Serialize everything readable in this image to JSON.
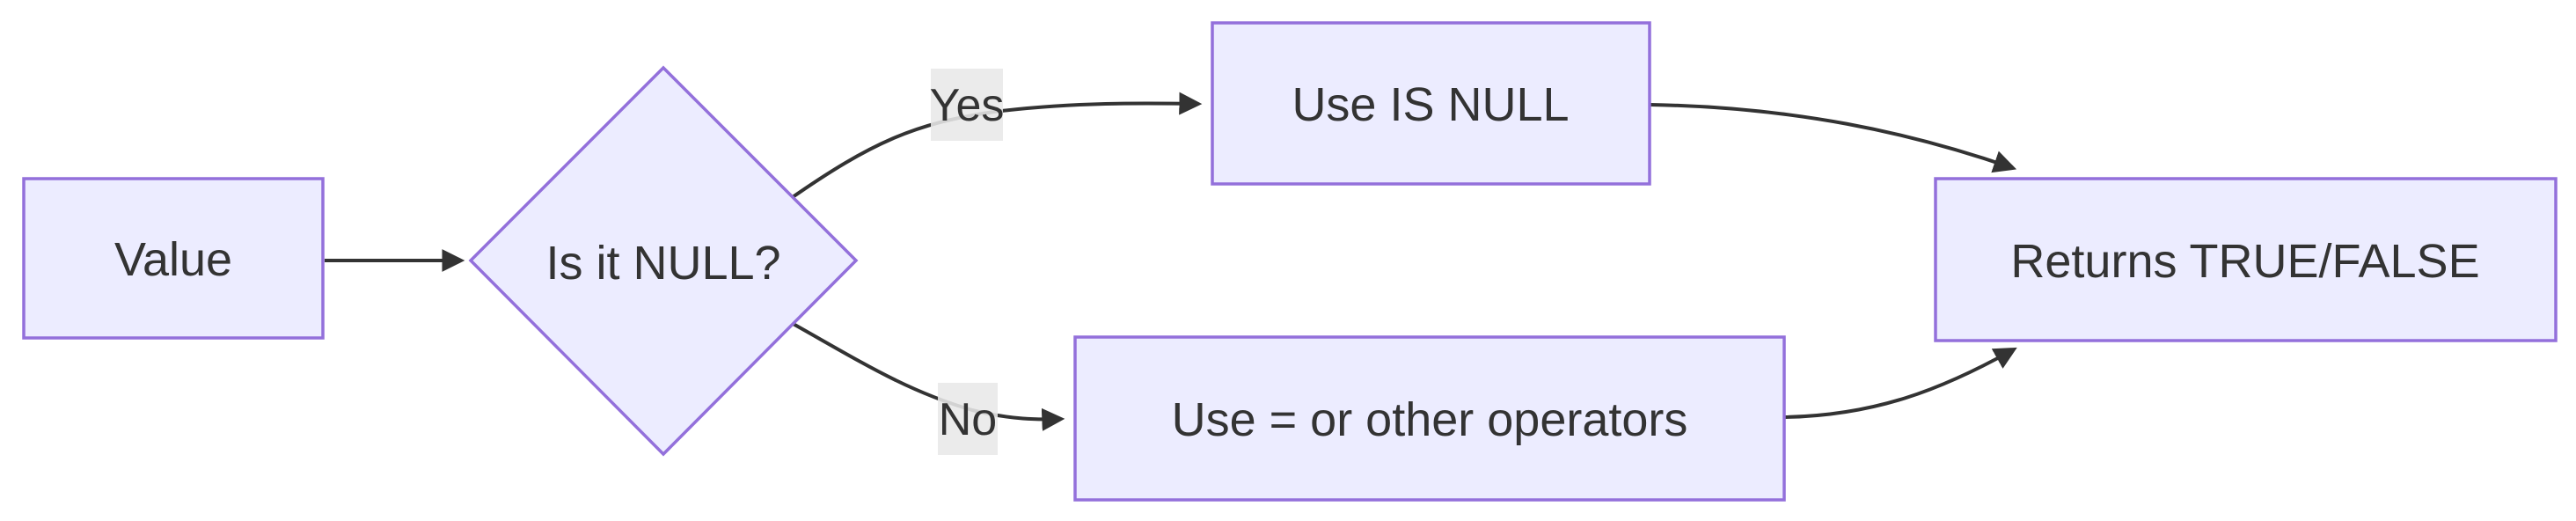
{
  "diagram": {
    "type": "flowchart",
    "direction": "left-to-right",
    "title": "NULL comparison decision flowchart",
    "nodes": [
      {
        "id": "value",
        "shape": "rectangle",
        "label": "Value"
      },
      {
        "id": "decision",
        "shape": "diamond",
        "label": "Is it NULL?"
      },
      {
        "id": "use-is-null",
        "shape": "rectangle",
        "label": "Use IS NULL"
      },
      {
        "id": "use-operators",
        "shape": "rectangle",
        "label": "Use = or other operators"
      },
      {
        "id": "returns",
        "shape": "rectangle",
        "label": "Returns TRUE/FALSE"
      }
    ],
    "edges": [
      {
        "from": "value",
        "to": "decision",
        "label": ""
      },
      {
        "from": "decision",
        "to": "use-is-null",
        "label": "Yes"
      },
      {
        "from": "decision",
        "to": "use-operators",
        "label": "No"
      },
      {
        "from": "use-is-null",
        "to": "returns",
        "label": ""
      },
      {
        "from": "use-operators",
        "to": "returns",
        "label": ""
      }
    ],
    "colors": {
      "node_fill": "#ECECFF",
      "node_border": "#9370DB",
      "node_text": "#333333",
      "edge_line": "#333333",
      "arrowhead": "#333333",
      "edge_label_background": "#e8e8e8",
      "canvas_background": "#ffffff"
    }
  }
}
